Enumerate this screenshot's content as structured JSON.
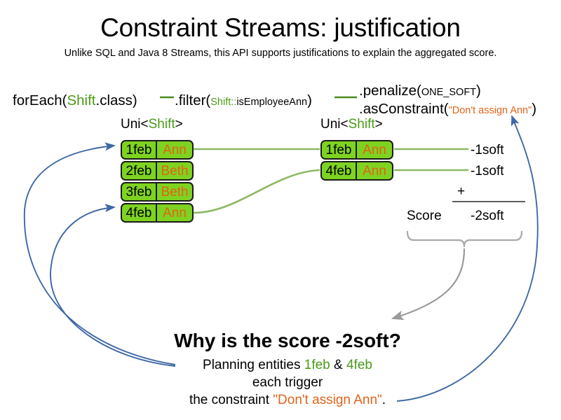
{
  "header": {
    "title": "Constraint Streams: justification",
    "subtitle": "Unlike SQL and Java 8 Streams, this API supports justifications to explain the aggregated score."
  },
  "pipeline": {
    "foreach": {
      "method": "forEach(",
      "type": "Shift",
      "tail": ".class)"
    },
    "filter": {
      "method": ".filter(",
      "ref_type": "Shift::",
      "ref_method": "isEmployeeAnn",
      "tail": ")"
    },
    "penalize": {
      "method": ".penalize(",
      "constant": "ONE_SOFT",
      "tail": ")"
    },
    "asconstraint": {
      "method": ".asConstraint(",
      "constraint_name": "\"Don't assign Ann\"",
      "tail": ")"
    }
  },
  "streams": {
    "left": {
      "type_label_prefix": "Uni<",
      "type_label_generic": "Shift",
      "type_label_suffix": ">",
      "cards": [
        {
          "date": "1feb",
          "employee": "Ann"
        },
        {
          "date": "2feb",
          "employee": "Beth"
        },
        {
          "date": "3feb",
          "employee": "Beth"
        },
        {
          "date": "4feb",
          "employee": "Ann"
        }
      ]
    },
    "right": {
      "type_label_prefix": "Uni<",
      "type_label_generic": "Shift",
      "type_label_suffix": ">",
      "cards": [
        {
          "date": "1feb",
          "employee": "Ann"
        },
        {
          "date": "4feb",
          "employee": "Ann"
        }
      ]
    }
  },
  "score": {
    "impacts": [
      "-1soft",
      "-1soft"
    ],
    "operator": "+",
    "label": "Score",
    "total": "-2soft"
  },
  "explanation": {
    "heading": "Why is the score -2soft?",
    "line1_prefix": "Planning entities ",
    "line1_entity_a": "1feb",
    "line1_amp": " & ",
    "line1_entity_b": "4feb",
    "line2": "each trigger",
    "line3_prefix": "the constraint ",
    "line3_constraint": "\"Don't assign Ann\"",
    "line3_suffix": "."
  },
  "colors": {
    "card_fill": "#7ed320",
    "card_border": "#1b1b1b",
    "employee_text": "#e0631a",
    "type_green": "#4a9b18",
    "wire_green": "#8cb962",
    "arrow_blue": "#3f68a5",
    "brace_grey": "#a8a8a8"
  }
}
